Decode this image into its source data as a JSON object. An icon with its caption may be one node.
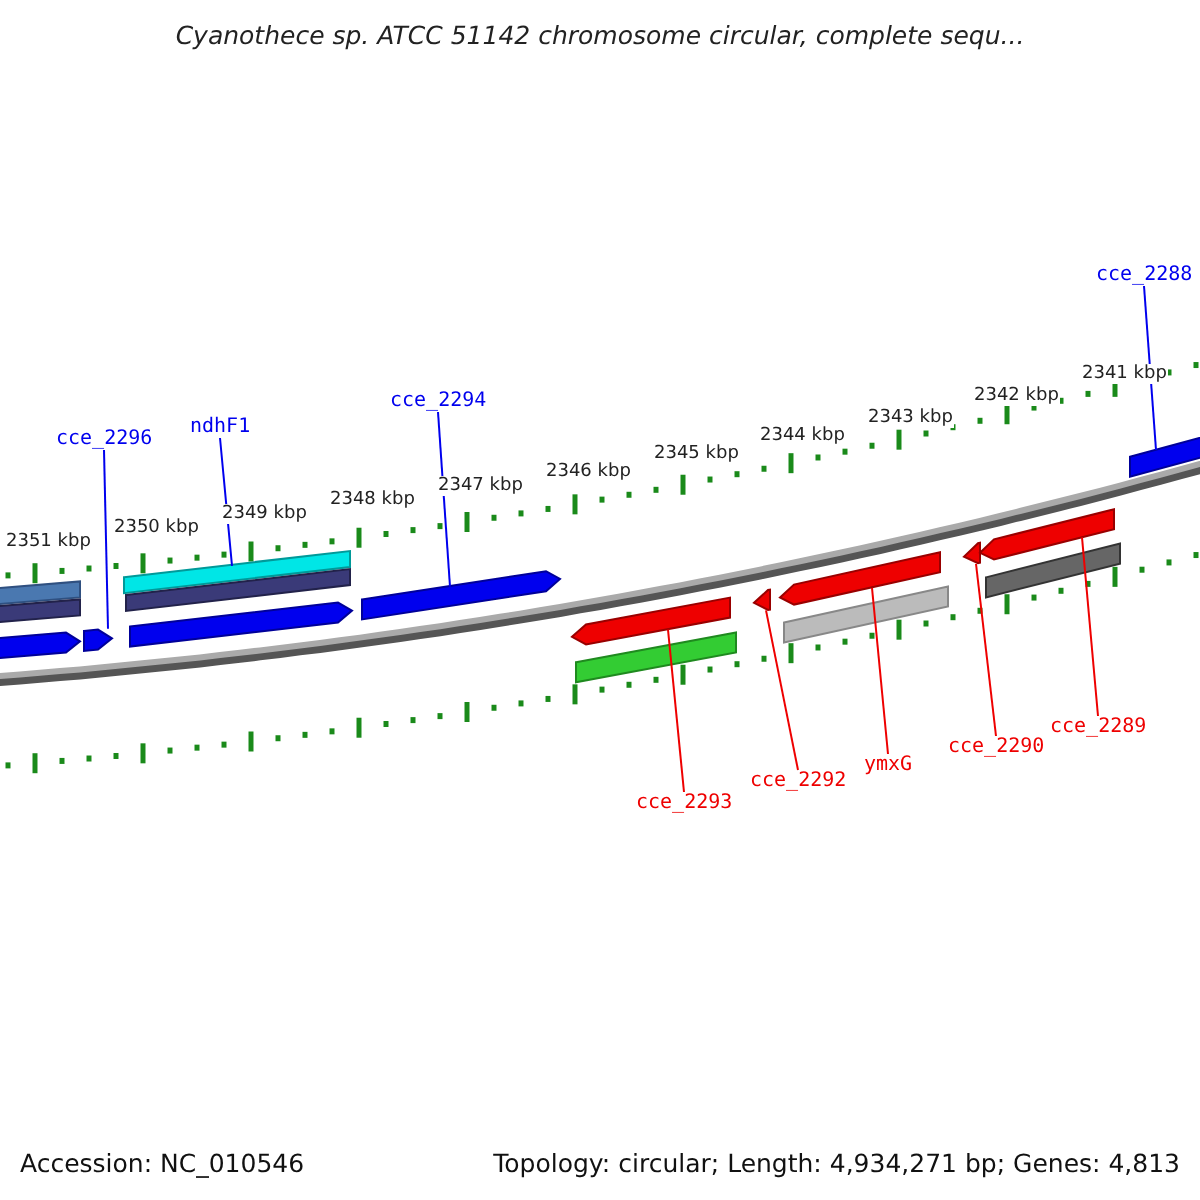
{
  "diagram": {
    "title": "Cyanothece sp. ATCC 51142 chromosome circular, complete sequ...",
    "nodes": [
      {
        "text": [
          "cce_2296"
        ]
      },
      {
        "text": [
          "ndhF1"
        ]
      },
      {
        "text": [
          "cce_2294"
        ]
      },
      {
        "text": [
          "cce_2288"
        ]
      },
      {
        "text": [
          "cce_2293"
        ]
      },
      {
        "text": [
          "cce_2292"
        ]
      },
      {
        "text": [
          "ymxG"
        ]
      },
      {
        "text": [
          "cce_2290"
        ]
      },
      {
        "text": [
          "cce_2289"
        ]
      },
      {
        "text": [],
        "shape": "bar"
      },
      {
        "text": [],
        "shape": "bar"
      },
      {
        "text": [],
        "shape": "arrow"
      },
      {
        "text": [],
        "shape": "arrow"
      },
      {
        "text": [],
        "shape": "bar"
      },
      {
        "text": [],
        "shape": "bar"
      },
      {
        "text": [],
        "shape": "arrow"
      },
      {
        "text": [],
        "shape": "arrow"
      },
      {
        "text": [],
        "shape": "bar"
      },
      {
        "text": [],
        "shape": "arrow"
      },
      {
        "text": [],
        "shape": "bar"
      },
      {
        "text": [],
        "shape": "arrow"
      },
      {
        "text": [],
        "shape": "arrow"
      },
      {
        "text": [],
        "shape": "bar"
      },
      {
        "text": [],
        "shape": "arrow"
      },
      {
        "text": [],
        "shape": "arrow"
      },
      {
        "text": [],
        "shape": "bar"
      }
    ],
    "edges": [
      {
        "from": 0,
        "to": 12,
        "arrow": "none",
        "color": "#0000ee"
      },
      {
        "from": 1,
        "to": 13,
        "arrow": "none",
        "color": "#0000ee"
      },
      {
        "from": 2,
        "to": 16,
        "arrow": "none",
        "color": "#0000ee"
      },
      {
        "from": 3,
        "to": 17,
        "arrow": "none",
        "color": "#0000ee"
      },
      {
        "from": 4,
        "to": 18,
        "arrow": "none"
      },
      {
        "from": 5,
        "to": 20,
        "arrow": "none"
      },
      {
        "from": 6,
        "to": 21,
        "arrow": "none"
      },
      {
        "from": 7,
        "to": 23,
        "arrow": "none"
      },
      {
        "from": 8,
        "to": 24,
        "arrow": "none"
      }
    ],
    "labels": [
      "2351 kbp",
      "2350 kbp",
      "2349 kbp",
      "2348 kbp",
      "2347 kbp",
      "2346 kbp",
      "2345 kbp",
      "2344 kbp",
      "2343 kbp",
      "2342 kbp",
      "2341 kbp",
      "Accession: NC_010546",
      "Topology: circular; Length: 4,934,271 bp; Genes: 4,813"
    ]
  }
}
